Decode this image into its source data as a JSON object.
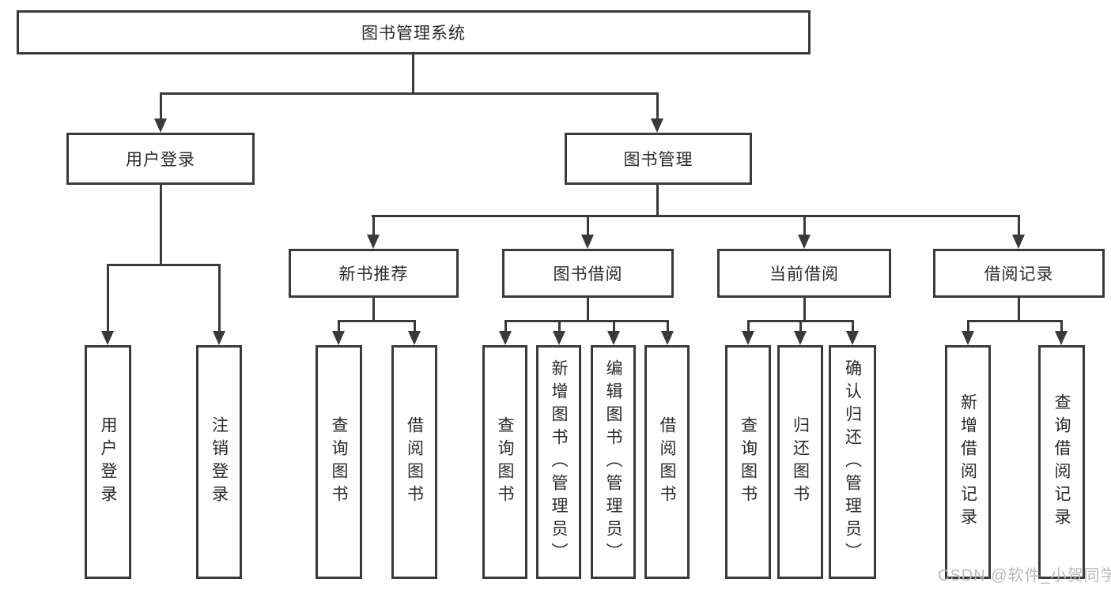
{
  "colors": {
    "line": "#3a3a3a",
    "text": "#2a2a2a",
    "background": "#ffffff",
    "watermark": "#b9b9b9"
  },
  "tree": {
    "root": "图书管理系统",
    "children": [
      {
        "label": "用户登录",
        "children": [
          {
            "label": "用户登录"
          },
          {
            "label": "注销登录"
          }
        ]
      },
      {
        "label": "图书管理",
        "children": [
          {
            "label": "新书推荐",
            "children": [
              {
                "label": "查询图书"
              },
              {
                "label": "借阅图书"
              }
            ]
          },
          {
            "label": "图书借阅",
            "children": [
              {
                "label": "查询图书"
              },
              {
                "label": "新增图书（管理员）"
              },
              {
                "label": "编辑图书（管理员）"
              },
              {
                "label": "借阅图书"
              }
            ]
          },
          {
            "label": "当前借阅",
            "children": [
              {
                "label": "查询图书"
              },
              {
                "label": "归还图书"
              },
              {
                "label": "确认归还（管理员）"
              }
            ]
          },
          {
            "label": "借阅记录",
            "children": [
              {
                "label": "新增借阅记录"
              },
              {
                "label": "查询借阅记录"
              }
            ]
          }
        ]
      }
    ]
  },
  "watermark": {
    "text": "CSDN @软件_小贺同学"
  }
}
